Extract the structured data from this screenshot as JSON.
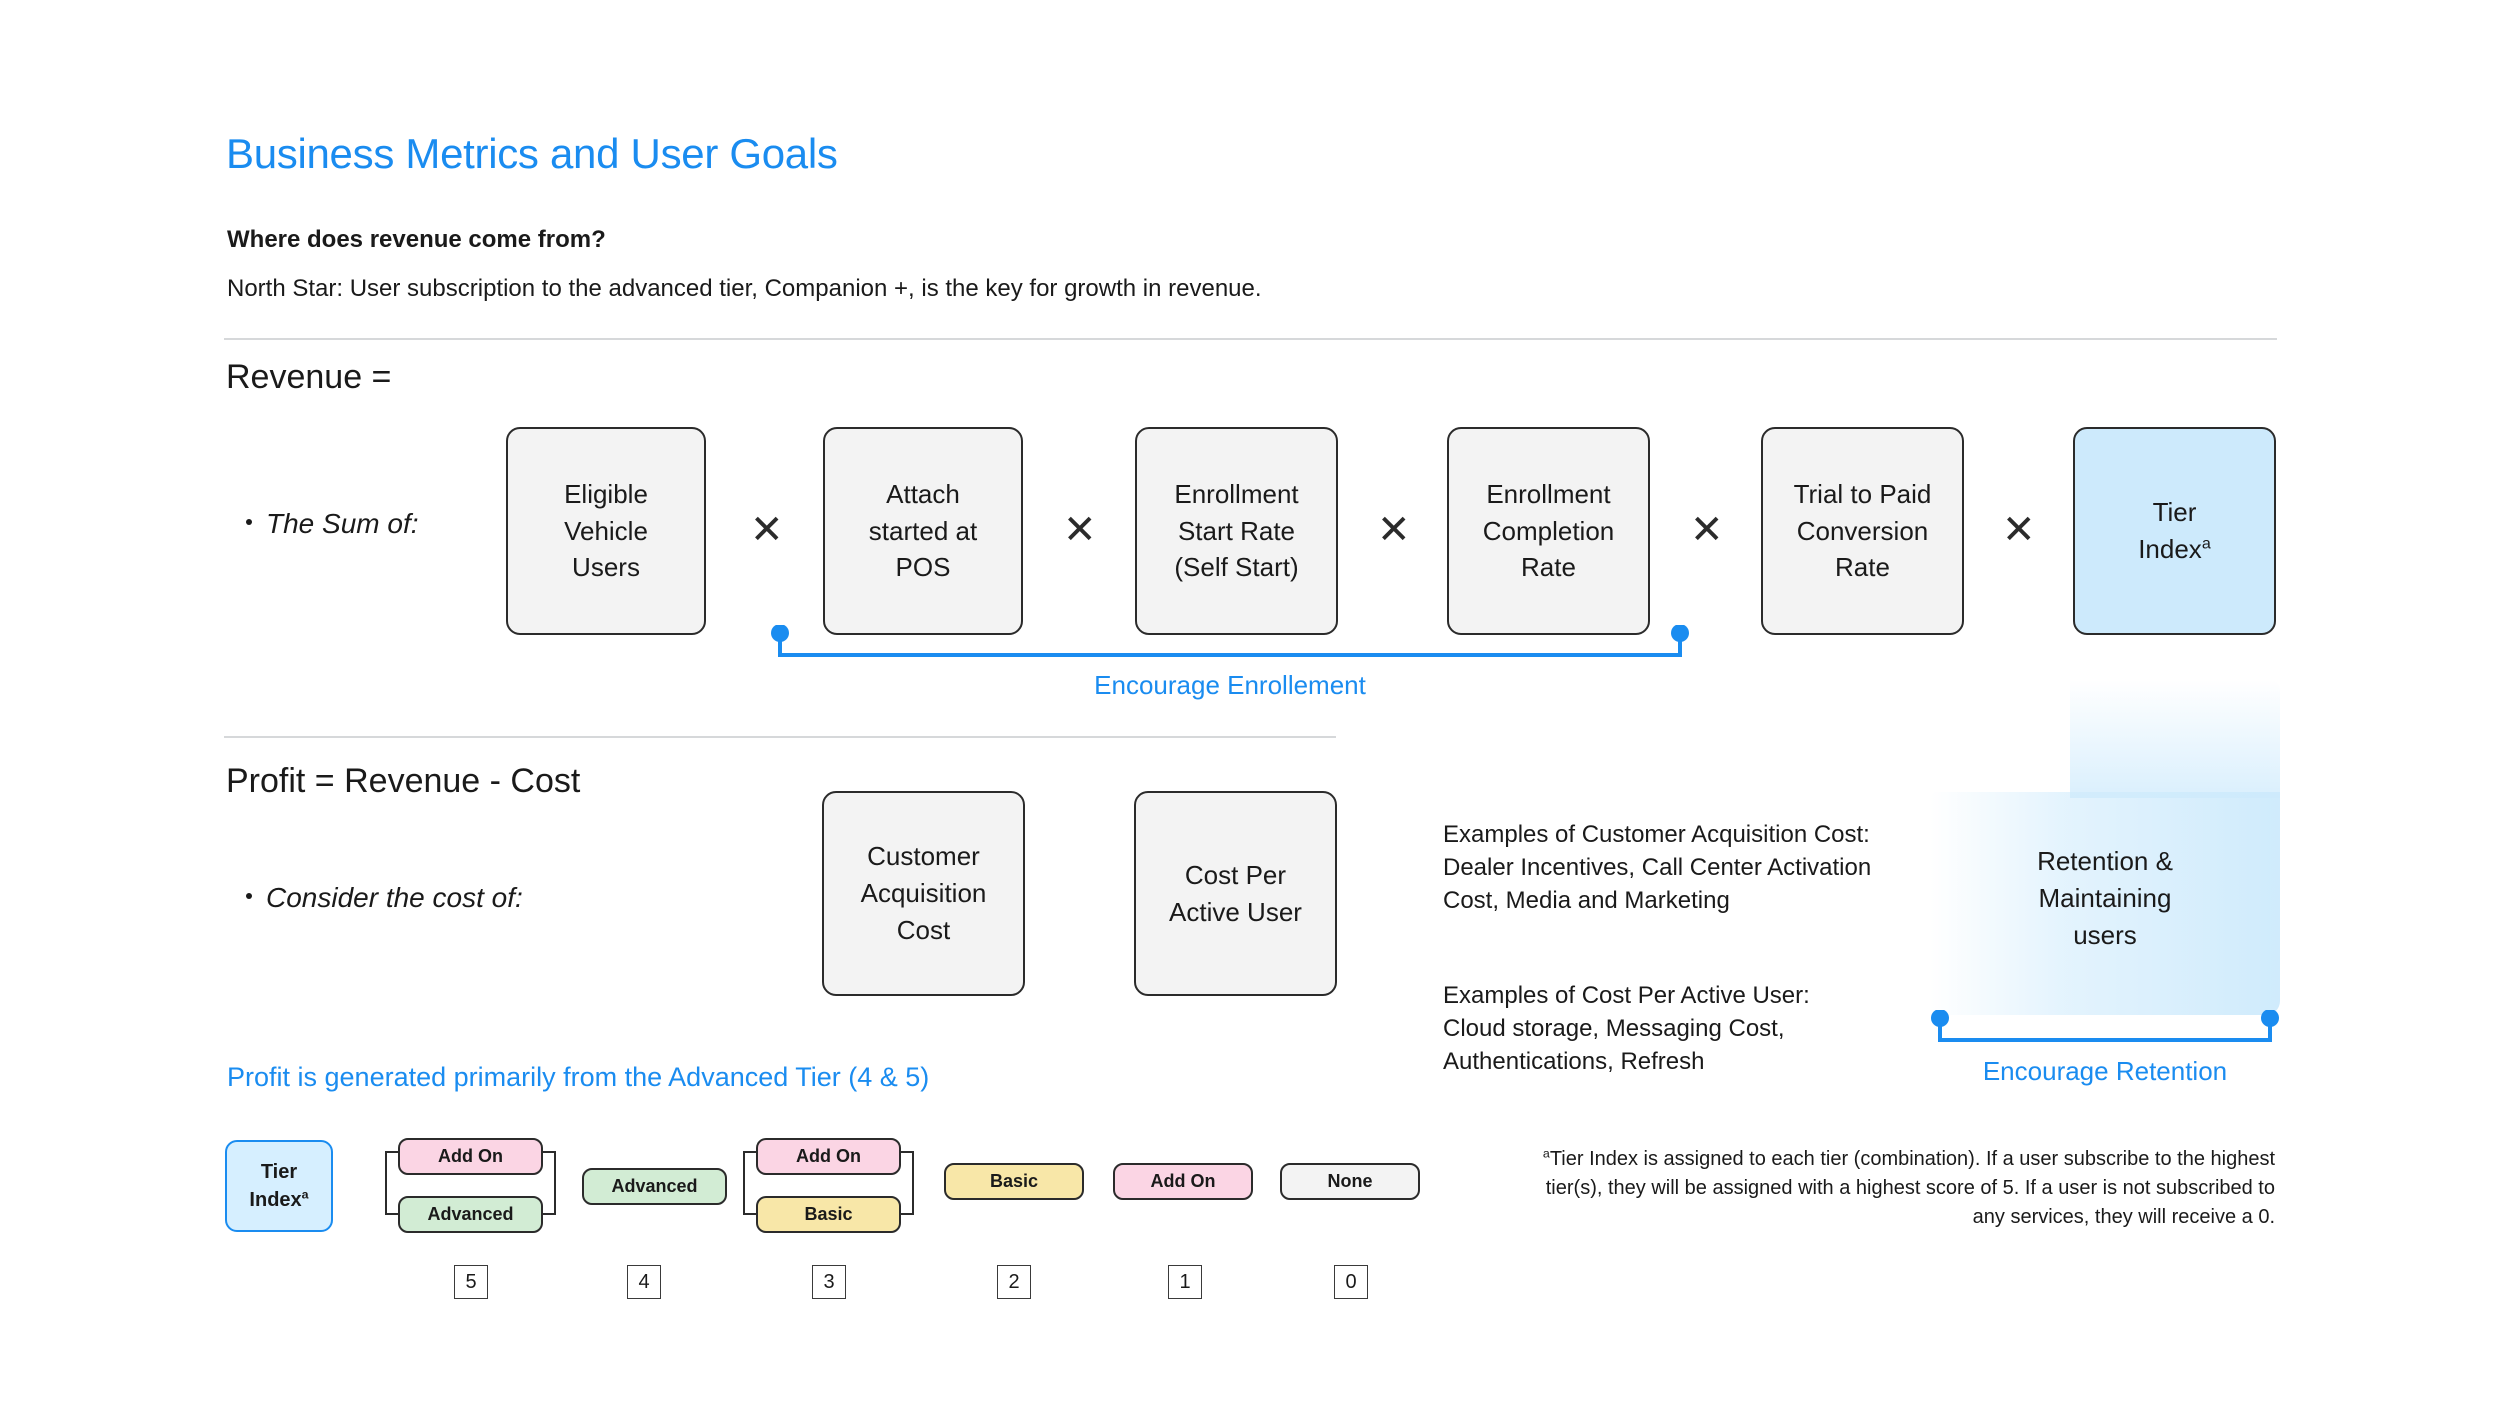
{
  "header": {
    "title": "Business Metrics and User Goals",
    "question": "Where does revenue come from?",
    "north_star": "North Star: User subscription to the advanced tier, Companion +, is the key for growth in revenue."
  },
  "colors": {
    "accent_blue": "#1a8cf0",
    "box_fill": "#f3f3f3",
    "box_border": "#2b2b2b",
    "tier_index_fill": "#cdeafc",
    "addon_pink": "#fbd5e4",
    "advanced_green": "#d2ecd4",
    "basic_yellow": "#f8e7a8",
    "none_gray": "#f3f3f3",
    "divider_gray": "#d6d8da"
  },
  "revenue": {
    "heading": "Revenue =",
    "bullet": "The Sum of:",
    "operator": "×",
    "boxes": [
      {
        "label": "Eligible\nVehicle\nUsers",
        "style": "plain"
      },
      {
        "label": "Attach\nstarted at\nPOS",
        "style": "plain"
      },
      {
        "label": "Enrollment\nStart Rate\n(Self Start)",
        "style": "plain"
      },
      {
        "label": "Enrollment\nCompletion\nRate",
        "style": "plain"
      },
      {
        "label": "Trial to Paid\nConversion\nRate",
        "style": "plain"
      },
      {
        "label": "Tier\nIndex",
        "footnote_marker": "a",
        "style": "accent"
      }
    ],
    "bracket_label": "Encourage Enrollement"
  },
  "profit": {
    "heading": "Profit = Revenue - Cost",
    "bullet": "Consider the cost of:",
    "boxes": [
      {
        "label": "Customer\nAcquisition\nCost"
      },
      {
        "label": "Cost Per\nActive User"
      }
    ],
    "examples": [
      "Examples of Customer Acquisition Cost:\nDealer Incentives, Call Center Activation\nCost, Media and Marketing",
      "Examples of Cost Per Active User:\nCloud storage, Messaging Cost,\nAuthentications, Refresh"
    ],
    "retention_label": "Retention &\nMaintaining\nusers",
    "bracket_label": "Encourage Retention"
  },
  "tiers": {
    "heading": "Profit is generated primarily from the Advanced Tier (4 & 5)",
    "index_box": "Tier\nIndex",
    "index_box_marker": "a",
    "footnote": "Tier Index is assigned to each tier (combination). If a user subscribe to the highest tier(s), they will be assigned with a highest score of 5. If a user is not subscribed to any services, they will receive a 0.",
    "footnote_marker": "a",
    "combos": [
      {
        "score": "5",
        "items": [
          "Add On",
          "Advanced"
        ],
        "types": [
          "addon",
          "advanced"
        ],
        "bracketed": true
      },
      {
        "score": "4",
        "items": [
          "Advanced"
        ],
        "types": [
          "advanced"
        ],
        "bracketed": false
      },
      {
        "score": "3",
        "items": [
          "Add On",
          "Basic"
        ],
        "types": [
          "addon",
          "basic"
        ],
        "bracketed": true
      },
      {
        "score": "2",
        "items": [
          "Basic"
        ],
        "types": [
          "basic"
        ],
        "bracketed": false
      },
      {
        "score": "1",
        "items": [
          "Add On"
        ],
        "types": [
          "addon"
        ],
        "bracketed": false
      },
      {
        "score": "0",
        "items": [
          "None"
        ],
        "types": [
          "none"
        ],
        "bracketed": false
      }
    ]
  }
}
